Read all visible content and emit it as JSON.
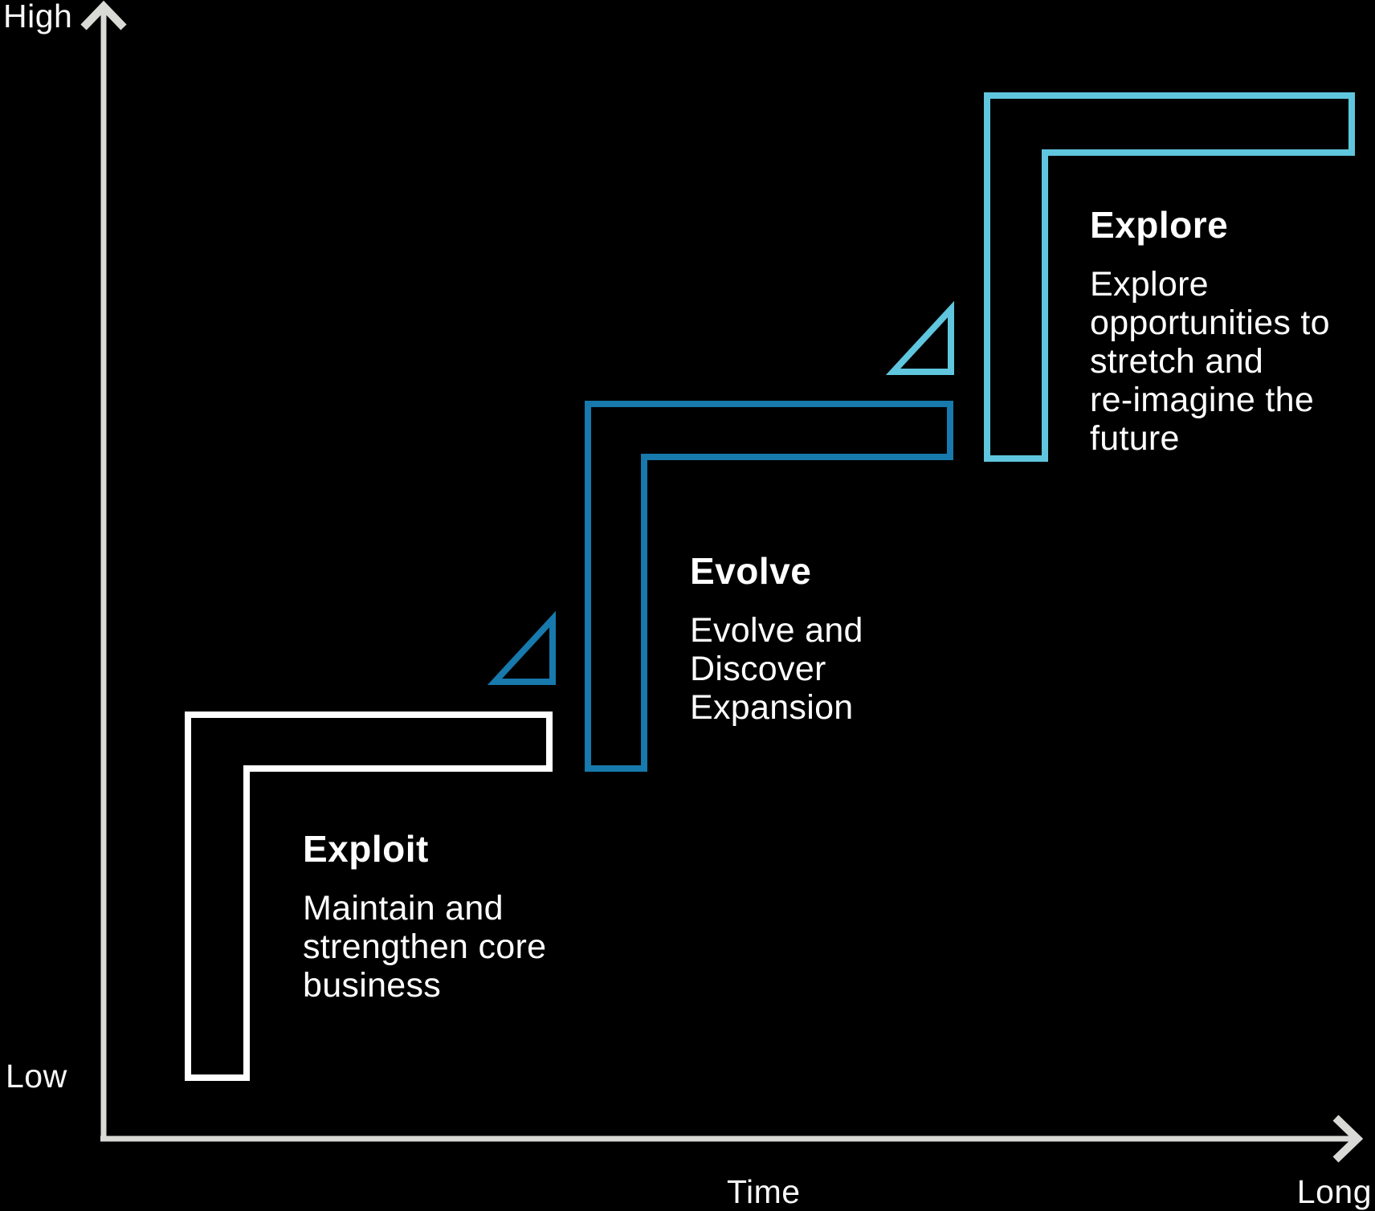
{
  "title": "Exploit Evolve Explore staircase diagram",
  "colors": {
    "background": "#000000",
    "axis": "#d9d9d6",
    "text": "#ffffff",
    "exploit": "#ffffff",
    "evolve": "#1779ac",
    "explore": "#5fc6de"
  },
  "axes": {
    "y_top_label": "High",
    "y_bottom_label": "Low",
    "x_mid_label": "Time",
    "x_end_label": "Long"
  },
  "steps": [
    {
      "id": "exploit",
      "title": "Exploit",
      "description": [
        "Maintain and",
        "strengthen core",
        "business"
      ]
    },
    {
      "id": "evolve",
      "title": "Evolve",
      "description": [
        "Evolve and",
        "Discover",
        "Expansion"
      ]
    },
    {
      "id": "explore",
      "title": "Explore",
      "description": [
        "Explore",
        "opportunities to",
        "stretch and",
        "re-imagine the",
        "future"
      ]
    }
  ]
}
